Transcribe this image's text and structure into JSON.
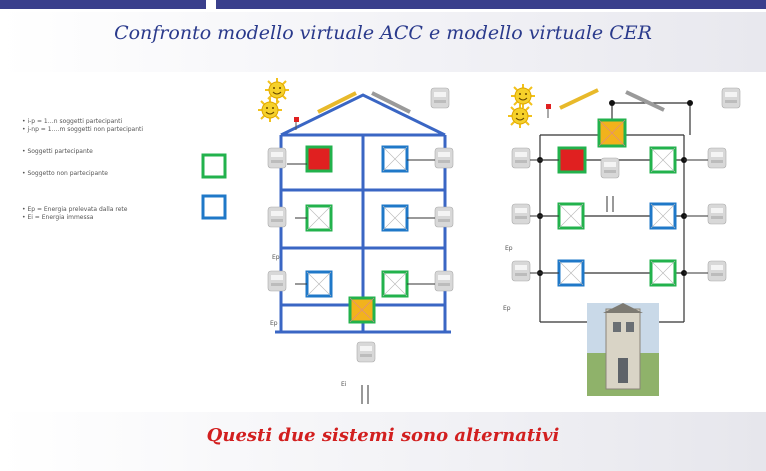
{
  "header": {
    "title": "Confronto modello virtuale ACC e modello virtuale CER"
  },
  "legend": {
    "line1": "• i-p      = 1…n soggetti partecipanti",
    "line2": "• j-np = 1….m soggetti non partecipanti",
    "line3": "• Soggetti partecipante",
    "line4": "• Soggetto non partecipante",
    "line5": "• Ep = Energia prelevata dalla rete",
    "line6": "• Ei = Energia immessa"
  },
  "diagram_labels": {
    "ep_a": "Ep",
    "ep_b": "Ep",
    "ei": "Ei",
    "ep_c": "Ep",
    "ep_d": "Ep"
  },
  "footer": {
    "text": "Questi due sistemi sono alternativi"
  },
  "colors": {
    "participant": "#22b24c",
    "non_participant": "#1f78c8",
    "structure": "#3a66c4",
    "highlight_red": "#e02020",
    "highlight_orange": "#f2b21c",
    "title": "#2a3a8c",
    "footer": "#d21f1f"
  }
}
